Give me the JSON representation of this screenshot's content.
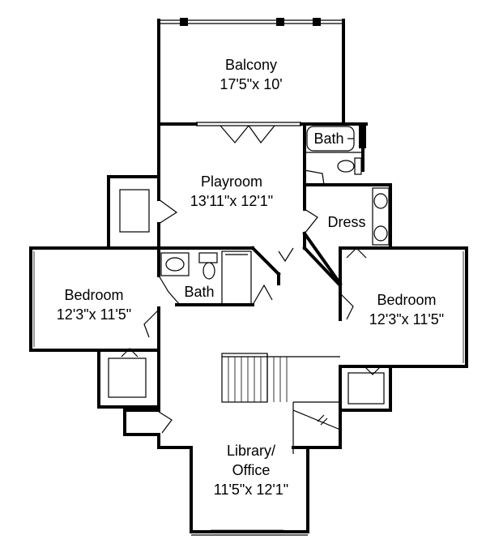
{
  "rooms": [
    {
      "id": "balcony",
      "name": "Balcony",
      "dims": "17'5\"x 10'"
    },
    {
      "id": "playroom",
      "name": "Playroom",
      "dims": "13'11\"x 12'1\""
    },
    {
      "id": "bath-top",
      "name": "Bath"
    },
    {
      "id": "dress",
      "name": "Dress"
    },
    {
      "id": "bath-mid",
      "name": "Bath"
    },
    {
      "id": "bedroom-left",
      "name": "Bedroom",
      "dims": "12'3\"x 11'5\""
    },
    {
      "id": "bedroom-right",
      "name": "Bedroom",
      "dims": "12'3\"x 11'5\""
    },
    {
      "id": "library",
      "name": "Library/",
      "name2": "Office",
      "dims": "11'5\"x 12'1\""
    }
  ]
}
